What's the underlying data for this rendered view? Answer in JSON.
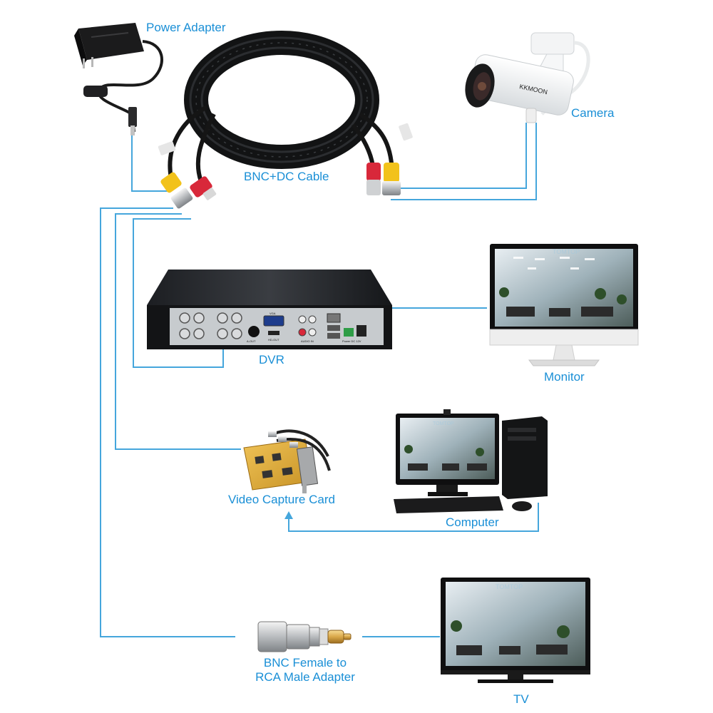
{
  "labels": {
    "power_adapter": "Power Adapter",
    "bnc_dc_cable": "BNC+DC Cable",
    "camera": "Camera",
    "dvr": "DVR",
    "monitor": "Monitor",
    "video_capture_card": "Video Capture Card",
    "computer": "Computer",
    "adapter_line1": "BNC Female to",
    "adapter_line2": "RCA Male Adapter",
    "tv": "TV"
  },
  "screen_brand": "TOMTOP",
  "dvr_panel": {
    "vga": "VGA",
    "hdmi": "HD-OUT",
    "audio_out": "A-OUT",
    "audio_in": "AUDIO IN",
    "power": "Power DC 12V"
  },
  "camera_brand": "KKMOON",
  "colors": {
    "connector_line": "#45a6dc",
    "label": "#1a8fd6",
    "rca_red": "#d8283a",
    "bnc_yellow": "#f2c21b"
  }
}
